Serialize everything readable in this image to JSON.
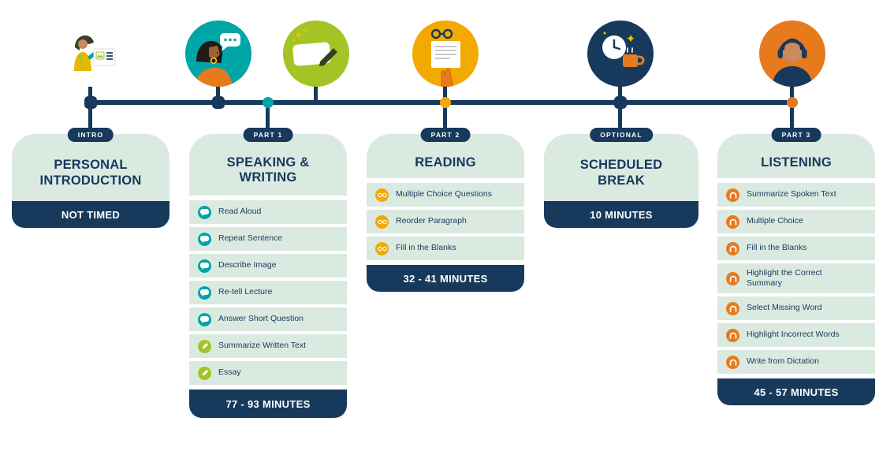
{
  "palette": {
    "navy": "#17395c",
    "teal": "#00a5a8",
    "green": "#a4c425",
    "yellow": "#f2a900",
    "orange": "#e87a1e",
    "mint": "#dbeae1"
  },
  "cards": [
    {
      "badge": "INTRO",
      "title": "PERSONAL INTRODUCTION",
      "time": "NOT TIMED",
      "icon": "presenter-icon",
      "items": []
    },
    {
      "badge": "PART 1",
      "title": "SPEAKING & WRITING",
      "time": "77 - 93 MINUTES",
      "icon": "speaking-writing-icon",
      "items": [
        {
          "label": "Read Aloud"
        },
        {
          "label": "Repeat Sentence"
        },
        {
          "label": "Describe Image"
        },
        {
          "label": "Re-tell Lecture"
        },
        {
          "label": "Answer Short Question"
        },
        {
          "label": "Summarize Written Text"
        },
        {
          "label": "Essay"
        }
      ]
    },
    {
      "badge": "PART 2",
      "title": "READING",
      "time": "32 - 41 MINUTES",
      "icon": "reading-icon",
      "items": [
        {
          "label": "Multiple Choice Questions"
        },
        {
          "label": "Reorder Paragraph"
        },
        {
          "label": "Fill in the Blanks"
        }
      ]
    },
    {
      "badge": "OPTIONAL",
      "title": "SCHEDULED BREAK",
      "time": "10 MINUTES",
      "icon": "break-icon",
      "items": []
    },
    {
      "badge": "PART 3",
      "title": "LISTENING",
      "time": "45 - 57 MINUTES",
      "icon": "listening-icon",
      "items": [
        {
          "label": "Summarize Spoken Text"
        },
        {
          "label": "Multiple Choice"
        },
        {
          "label": "Fill in the Blanks"
        },
        {
          "label": "Highlight the Correct Summary"
        },
        {
          "label": "Select Missing Word"
        },
        {
          "label": "Highlight Incorrect Words"
        },
        {
          "label": "Write from Dictation"
        }
      ]
    }
  ]
}
